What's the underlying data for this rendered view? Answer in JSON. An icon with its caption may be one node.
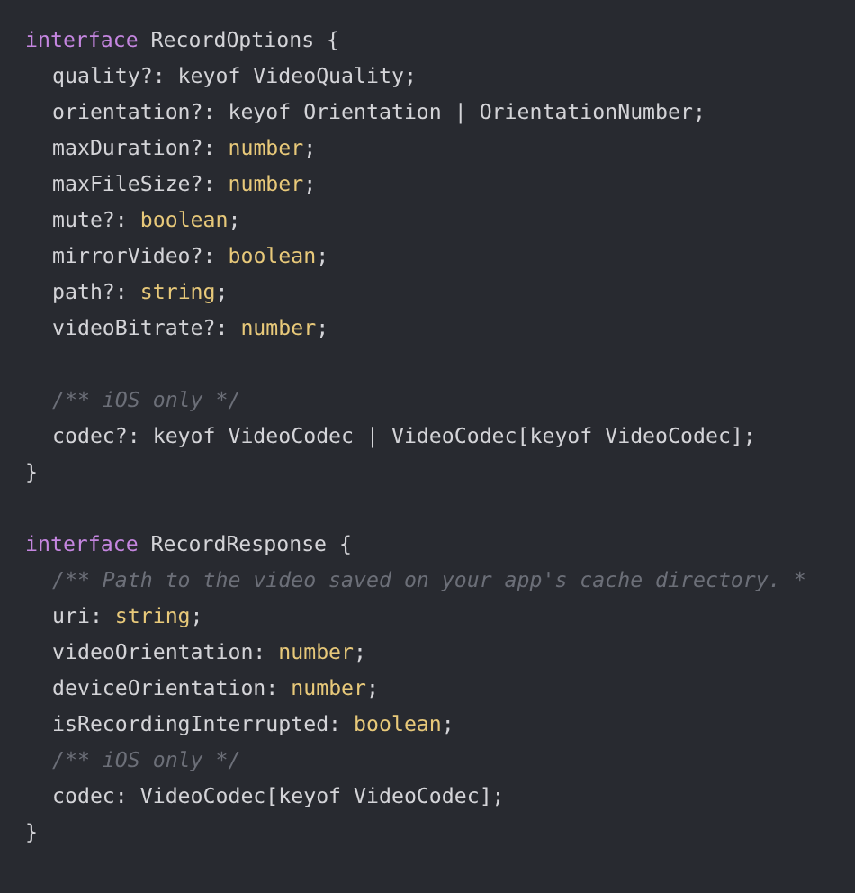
{
  "diagram": {
    "labels": [
      "interface RecordOptions {",
      "quality?: keyof VideoQuality;",
      "orientation?: keyof Orientation | OrientationNumber;",
      "maxDuration?: number;",
      "maxFileSize?: number;",
      "mute?: boolean;",
      "mirrorVideo?: boolean;",
      "path?: string;",
      "videoBitrate?: number;",
      "/** iOS only */",
      "codec?: keyof VideoCodec | VideoCodec[keyof VideoCodec];",
      "}",
      "interface RecordResponse {",
      "/** Path to the video saved on your app's cache directory. *",
      "uri: string;",
      "videoOrientation: number;",
      "deviceOrientation: number;",
      "isRecordingInterrupted: boolean;",
      "/** iOS only */",
      "codec: VideoCodec[keyof VideoCodec];",
      "}"
    ]
  }
}
